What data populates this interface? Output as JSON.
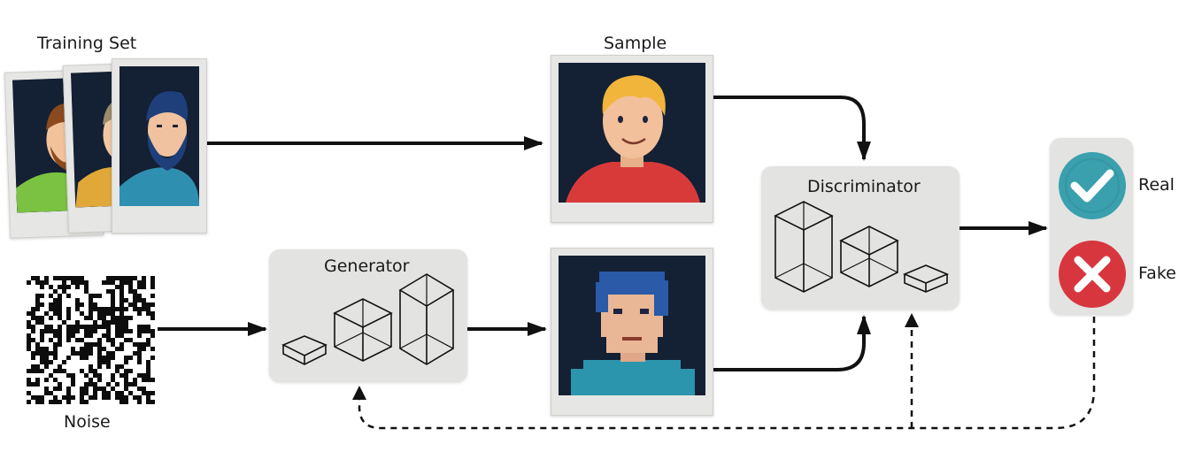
{
  "title_training": "Training Set",
  "title_sample": "Sample",
  "title_noise": "Noise",
  "title_generator": "Generator",
  "title_discriminator": "Discriminator",
  "out_real": "Real",
  "out_fake": "Fake",
  "colors": {
    "real_badge": "#3aa0ad",
    "fake_badge": "#d8363f",
    "box_fill": "#e3e3e1",
    "portrait_bg": "#142033"
  },
  "icons": [
    "checkmark-icon",
    "cross-icon",
    "cube-icon"
  ]
}
